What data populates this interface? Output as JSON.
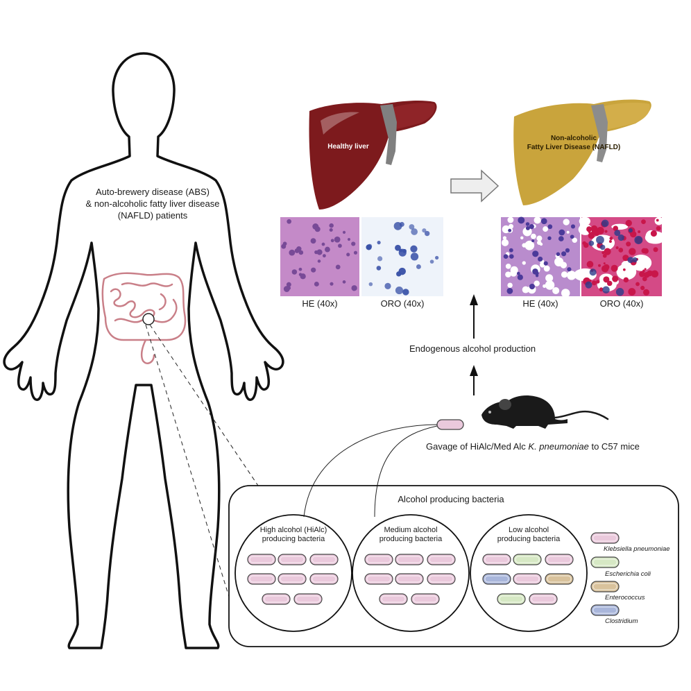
{
  "patient_label": {
    "line1": "Auto-brewery disease (ABS)",
    "line2": "& non-alcoholic fatty liver disease",
    "line3": "(NAFLD) patients"
  },
  "livers": {
    "healthy": {
      "label": "Healthy liver",
      "color": "#7d1a1d"
    },
    "nafld": {
      "label_line1": "Non-alcoholic",
      "label_line2": "Fatty Liver Disease (NAFLD)",
      "color": "#c9a43c"
    }
  },
  "histology": {
    "healthy_he": "HE (40x)",
    "healthy_oro": "ORO (40x)",
    "nafld_he": "HE (40x)",
    "nafld_oro": "ORO (40x)"
  },
  "steps": {
    "production": "Endogenous alcohol production",
    "gavage_prefix": "Gavage of HiAlc/Med Alc ",
    "gavage_species": "K. pneumoniae",
    "gavage_suffix": " to C57 mice"
  },
  "bacteria_box": {
    "title": "Alcohol producing bacteria",
    "groups": [
      {
        "line1": "High alcohol (HiAlc)",
        "line2": "producing bacteria"
      },
      {
        "line1": "Medium alcohol",
        "line2": "producing bacteria"
      },
      {
        "line1": "Low alcohol",
        "line2": "producing bacteria"
      }
    ]
  },
  "legend": [
    {
      "name": "Klebsiella pneumoniae",
      "color": "#eac9dc"
    },
    {
      "name": "Escherichia coli",
      "color": "#d6e8c4"
    },
    {
      "name": "Enterococcus",
      "color": "#d9c29c"
    },
    {
      "name": "Clostridium",
      "color": "#a9b6db"
    }
  ],
  "colors": {
    "intestine": "#c97f88",
    "he_stain": "#c48ac8",
    "oro_background": "#eef3fa",
    "oro_red": "#c8164a",
    "nucleus": "#3a52a8"
  }
}
